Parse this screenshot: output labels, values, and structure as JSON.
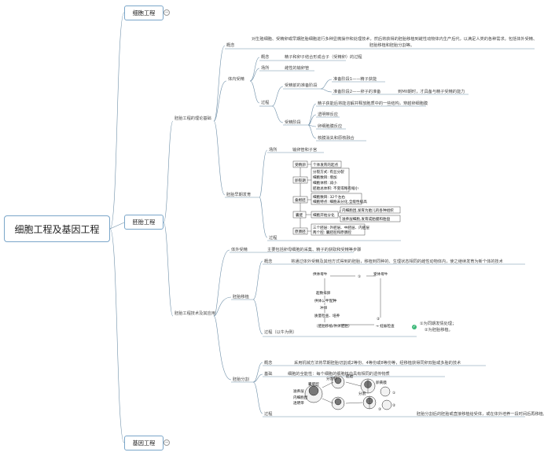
{
  "root": {
    "label": "细胞工程及基因工程"
  },
  "branches": {
    "cell": {
      "label": "细胞工程"
    },
    "embryo": {
      "label": "胚胎工程"
    },
    "gene": {
      "label": "基因工程"
    }
  },
  "theory": {
    "label": "胚胎工程的理论基础",
    "concept": {
      "label": "概念",
      "text_l1": "对生殖细胞、受精卵或早期胚胎细胞进行多种显微操作和处理技术，然后将获得的胚胎移植到雌性动物体内生产后代，以满足人类的各种需求。包括体外受精、",
      "text_l2": "胚胎移植和胚胎分割等。"
    },
    "fertilization": {
      "label": "体内受精",
      "concept_label": "概念",
      "concept_text": "精子和卵子结合形成合子（受精卵）的过程",
      "site_label": "场所",
      "site_text": "雌性的输卵管",
      "process_label": "过程",
      "prep_label": "受精前的准备阶段",
      "prep1": "准备阶段1——精子获能",
      "prep2": "准备阶段2——卵子的准备",
      "prep2_note": "到MII期时，才具备与精子受精的能力",
      "stage_note": "精子获能后将能溶解并释放胞质中的一些结构，穿越卵细胞膜",
      "stage_label": "受精阶段",
      "reactions": [
        "透明带反应",
        "卵细胞膜反应",
        "核膜消失和原核融合"
      ]
    },
    "development": {
      "label": "胚胎早期发育",
      "site_label": "场所",
      "site_text": "输卵管和子宫",
      "process_label": "过程",
      "figure": {
        "stages": [
          "受精卵",
          "卵裂期",
          "桑椹胚",
          "囊胚",
          "原肠胚"
        ],
        "zygote": "个体发育的起点",
        "cleavage": [
          "分裂方式: 有丝分裂",
          "细胞数目: 增加",
          "细胞体积: 减小",
          "胚胎总体积: 不变或略有缩小"
        ],
        "morula": [
          "细胞数目: 32个左右",
          "细胞特点: 细胞未分化,全能性极高"
        ],
        "blastocyst_split": "细胞开始分化",
        "blastocyst": [
          "内细胞团,发育为胎儿的各种组织",
          "滋养层细胞,发育成胎膜和胎盘"
        ],
        "gastrula": [
          "三个胚层: 外胚层、中胚层、内胚层",
          "两个腔: 囊胚腔和原肠腔"
        ]
      }
    }
  },
  "technique": {
    "label": "胚胎工程技术及其应用",
    "ivf": {
      "label": "体外受精",
      "text": "主要包括卵母细胞的采集、精子的获取和受精等步骤"
    },
    "transfer": {
      "label": "胚胎移植",
      "concept_label": "概念",
      "concept_text": "将通过体外受精及其他方式得到的胚胎，移植到同种的、生理状态相同的雌性动物体内，使之继续发育为新个体的技术",
      "process_label": "过程（以牛为例）",
      "figure": {
        "donor": "供体母牛",
        "recipient": "受体母牛",
        "mark1": "①",
        "mark2": "②",
        "superovulation": "超数排卵",
        "mating": "配种",
        "bull": "供体公牛",
        "collect": "冲卵",
        "check": "质量检查、培养",
        "transfer": "（胚胎移植/供体胚胎）",
        "pregnancy": "→ 妊娠检查"
      },
      "notes": [
        "①为同期发情处理；",
        "②为胚胎移植。"
      ]
    },
    "splitting": {
      "label": "胚胎分割",
      "concept_label": "概念",
      "concept_text": "采用机械方法将早期胚胎切割成2等份、4等份或8等份等，经移植获得同卵双胎或多胎的技术",
      "basis_label": "基础",
      "basis_text": "细胞的全能性：每个细胞的细胞核内具有相同的遗传物质",
      "process_label": "过程",
      "process_text": "胚胎分割后的胚胎或直接移植给受体，或在体外培养一段时间后再移植。",
      "figure": {
        "labels": [
          "分割针",
          "胚胎",
          "囊胚腔",
          "滋养层",
          "内细胞团",
          "透明带",
          "卵黄膜",
          "早期胚胎",
          "分割",
          "①",
          "②",
          "③"
        ]
      }
    }
  },
  "colors": {
    "line": "#6e8fa8",
    "node_border": "#7aa6c9",
    "check": "#3cb878"
  }
}
